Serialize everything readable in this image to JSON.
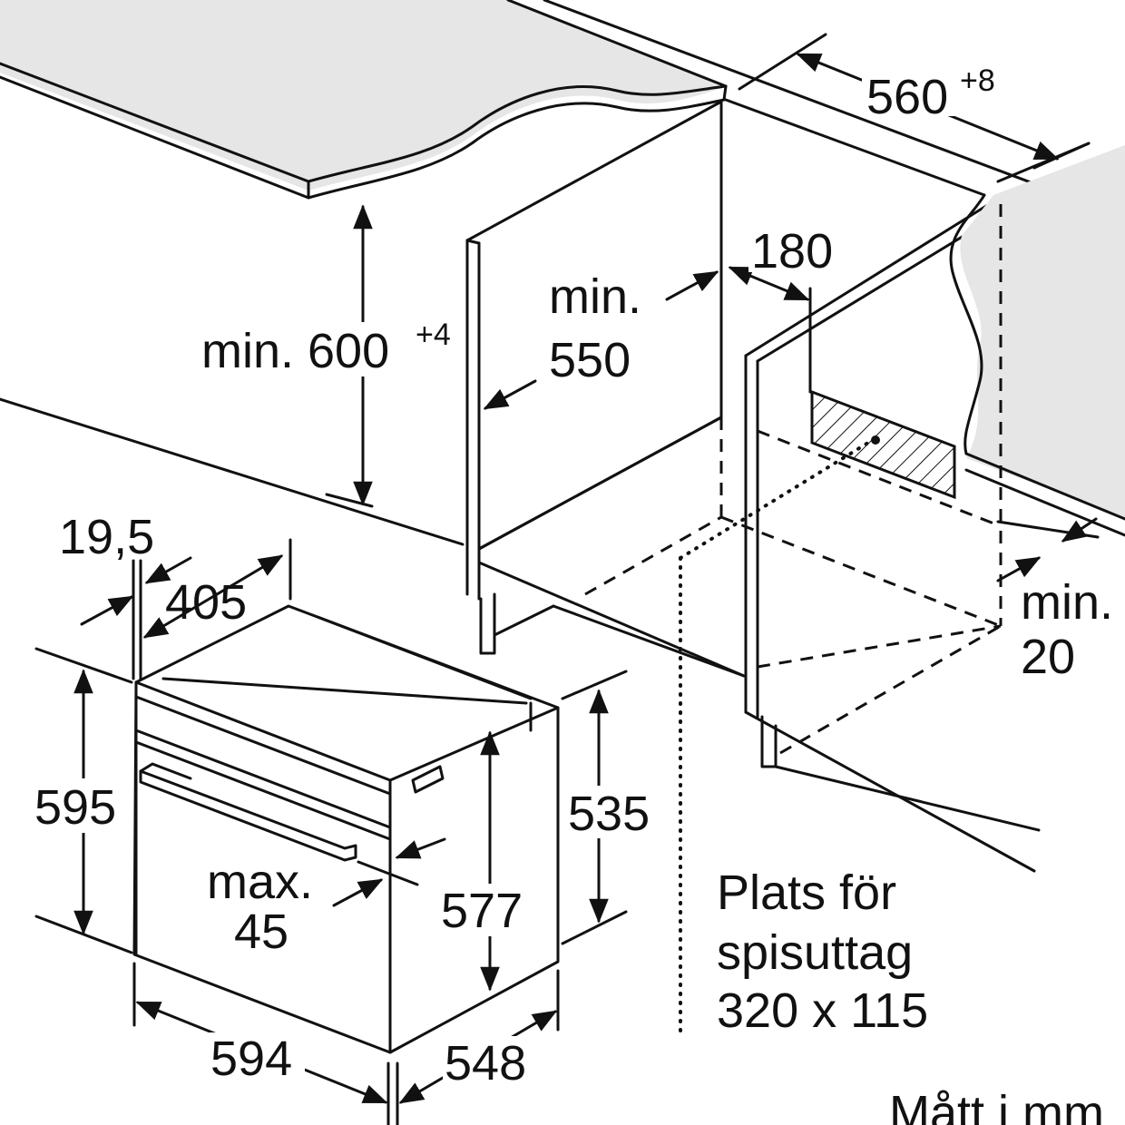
{
  "colors": {
    "line": "#111111",
    "counter_fill": "#e6e6e6",
    "counter_edge": "#c8c8c8",
    "background": "#ffffff"
  },
  "labels": {
    "dim_560": "560",
    "dim_560_sup": "+8",
    "dim_180": "180",
    "dim_min550_a": "min.",
    "dim_min550_b": "550",
    "dim_min600_a": "min. 600",
    "dim_min600_sup": "+4",
    "dim_19_5": "19,5",
    "dim_405": "405",
    "dim_595": "595",
    "dim_535": "535",
    "dim_577": "577",
    "dim_max45_a": "max.",
    "dim_max45_b": "45",
    "dim_594": "594",
    "dim_548": "548",
    "dim_min20_a": "min.",
    "dim_min20_b": "20",
    "socket_line1": "Plats för",
    "socket_line2": "spisuttag",
    "socket_line3": "320 x 115",
    "units_note": "Mått i mm"
  }
}
